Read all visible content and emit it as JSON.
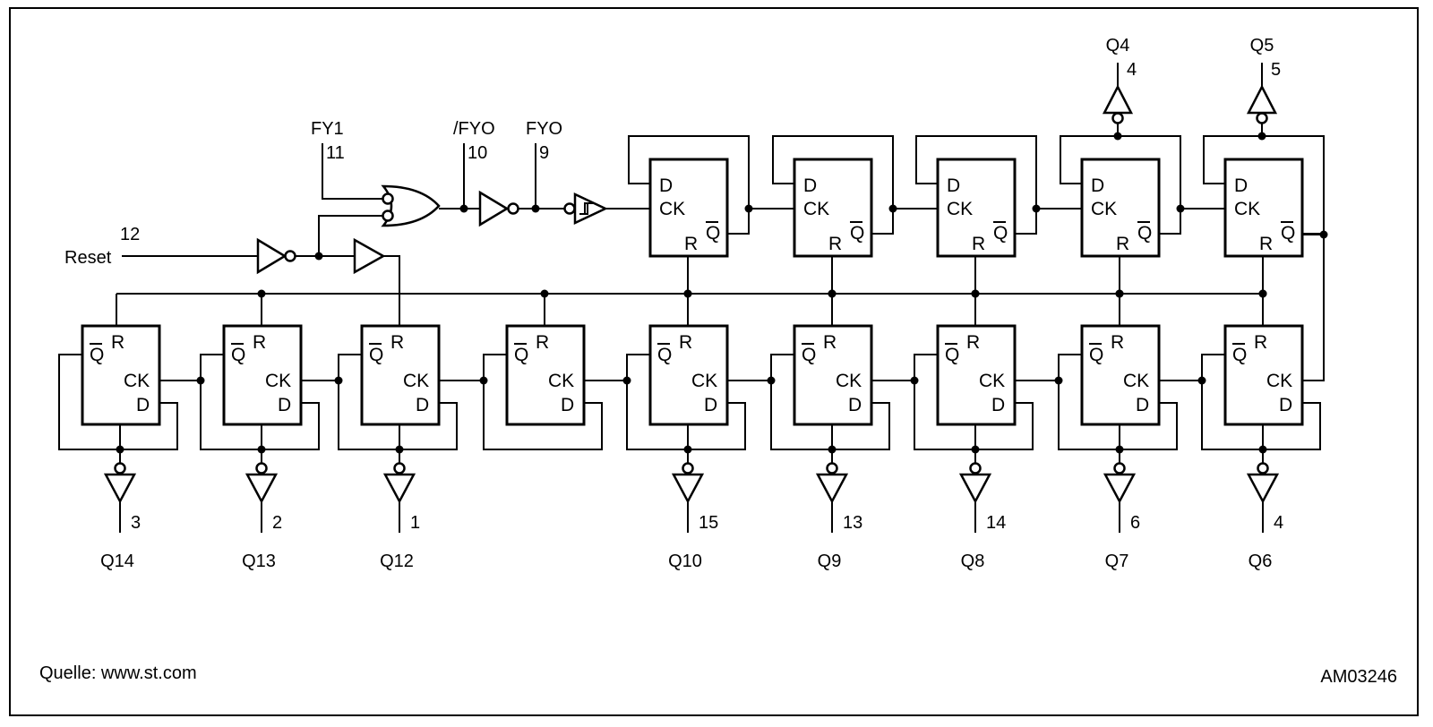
{
  "pins": {
    "fy1": {
      "name": "FY1",
      "pin": "11"
    },
    "nfyo": {
      "name": "/FYO",
      "pin": "10"
    },
    "fyo": {
      "name": "FYO",
      "pin": "9"
    },
    "reset": {
      "name": "Reset",
      "pin": "12"
    }
  },
  "top_outputs": [
    {
      "name": "Q4",
      "pin": "4"
    },
    {
      "name": "Q5",
      "pin": "5"
    }
  ],
  "bottom_outputs": [
    {
      "name": "Q14",
      "pin": "3"
    },
    {
      "name": "Q13",
      "pin": "2"
    },
    {
      "name": "Q12",
      "pin": "1"
    },
    {
      "name": "Q10",
      "pin": "15"
    },
    {
      "name": "Q9",
      "pin": "13"
    },
    {
      "name": "Q8",
      "pin": "14"
    },
    {
      "name": "Q7",
      "pin": "6"
    },
    {
      "name": "Q6",
      "pin": "4"
    }
  ],
  "ff_labels": {
    "d": "D",
    "ck": "CK",
    "r": "R",
    "q": "Q"
  },
  "footer": {
    "source": "Quelle: www.st.com",
    "code": "AM03246"
  }
}
